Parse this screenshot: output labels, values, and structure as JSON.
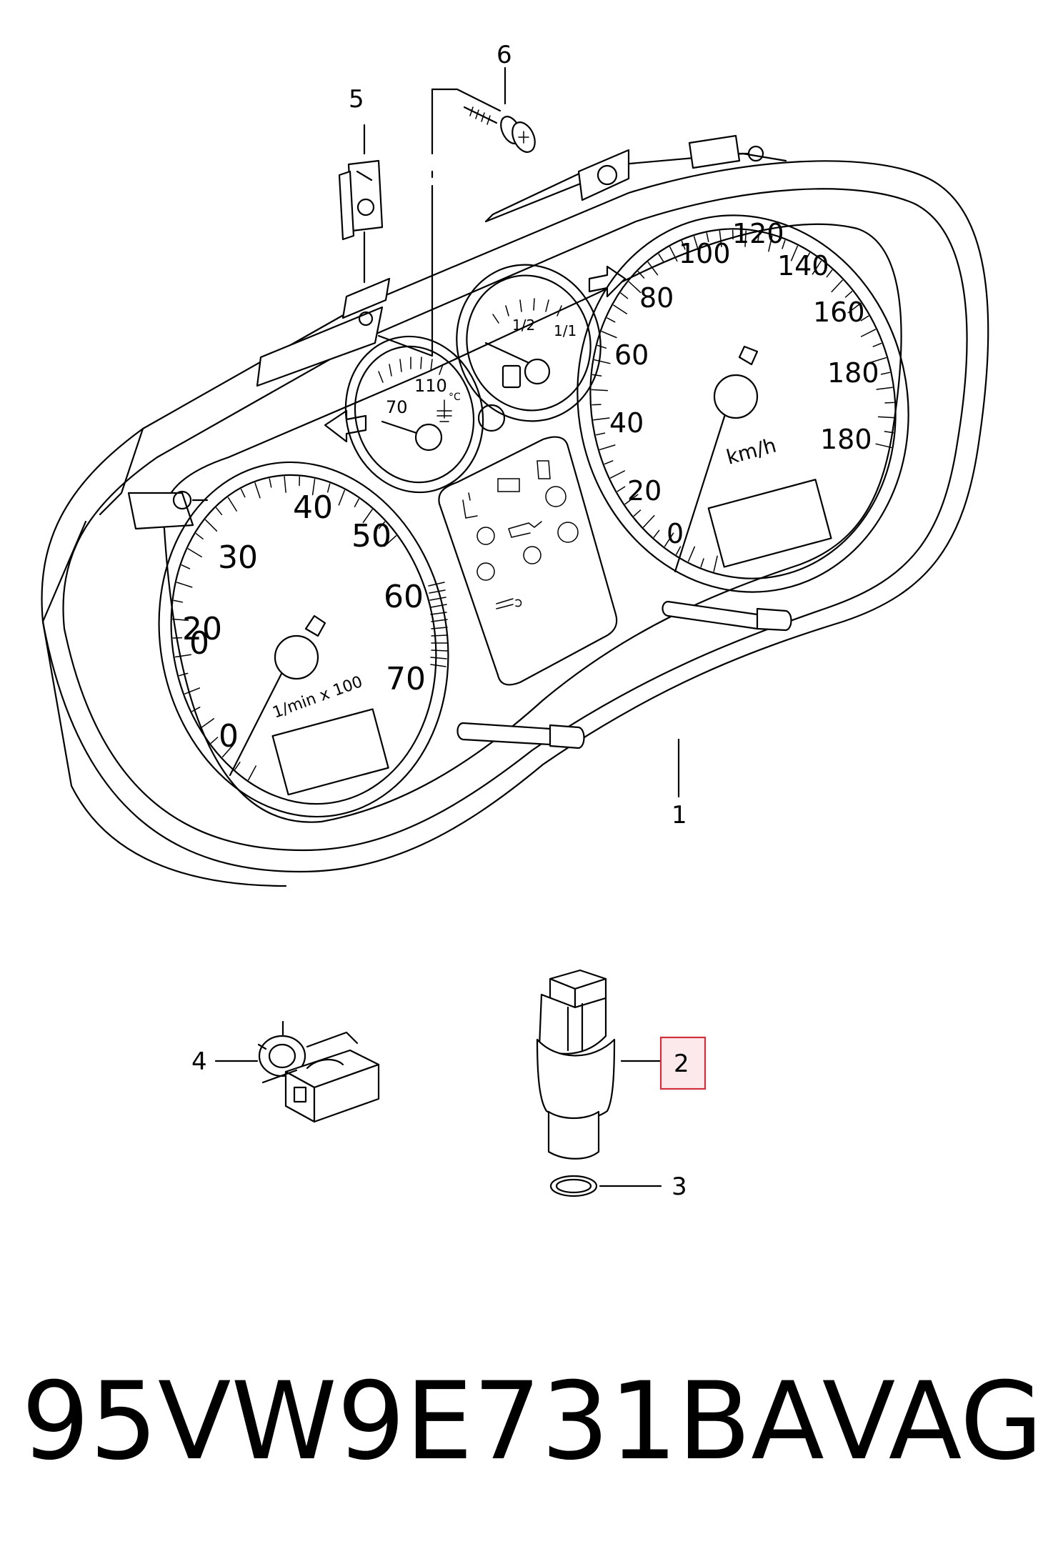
{
  "callouts": {
    "c1": "1",
    "c2": "2",
    "c3": "3",
    "c4": "4",
    "c5": "5",
    "c6": "6"
  },
  "highlight_color": "#d0303c",
  "highlight_fill": "#fbe4e6",
  "gauges": {
    "speedometer": {
      "unit": "km/h",
      "labels": [
        "0",
        "20",
        "40",
        "60",
        "80",
        "100",
        "120",
        "140",
        "160",
        "180",
        "180"
      ]
    },
    "tachometer": {
      "unit": "1/min x 100",
      "labels": [
        "0",
        "0",
        "20",
        "30",
        "40",
        "50",
        "60",
        "70"
      ]
    },
    "temperature": {
      "labels": [
        "70",
        "110"
      ],
      "unit": "°C"
    },
    "fuel": {
      "labels": [
        "1/2",
        "1/1"
      ]
    }
  },
  "footer": {
    "part_number": "95VW9E731BA",
    "manufacturer": "VAG"
  }
}
